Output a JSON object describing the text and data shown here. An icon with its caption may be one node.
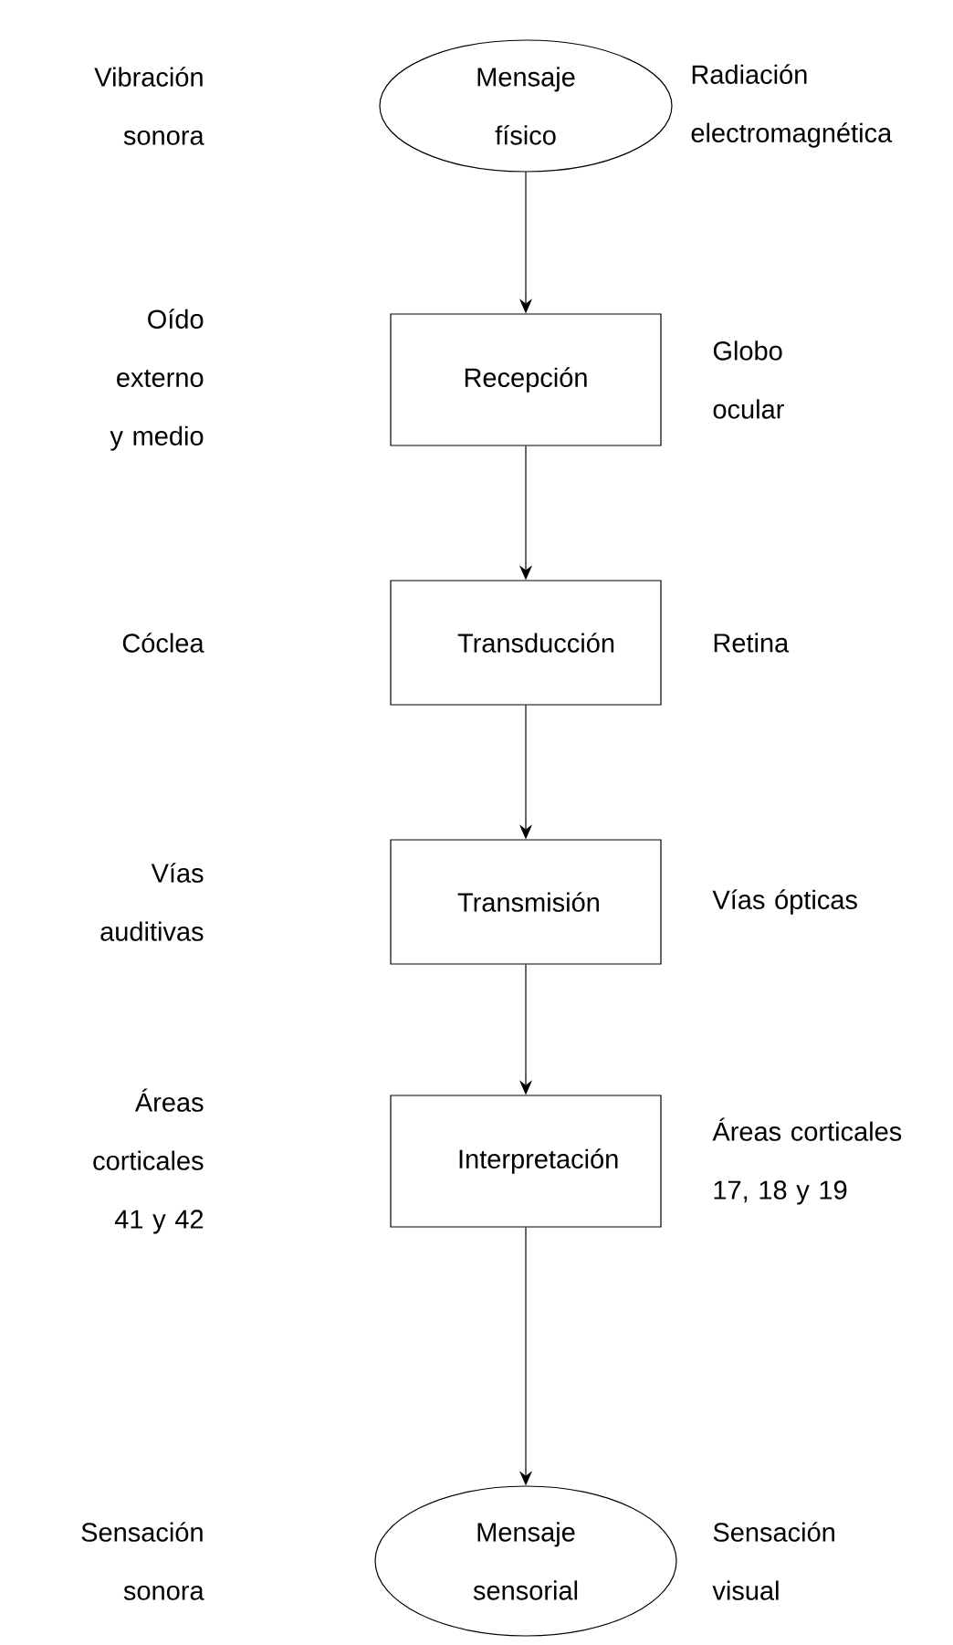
{
  "diagram": {
    "nodes": [
      {
        "text": [
          "Mensaje físico"
        ]
      },
      {
        "text": [
          "Recepción"
        ]
      },
      {
        "text": [
          "Transducción"
        ]
      },
      {
        "text": [
          "Transmisión"
        ]
      },
      {
        "text": [
          "Interpretación"
        ]
      },
      {
        "text": [
          "Mensaje sensorial"
        ]
      }
    ],
    "edges": [
      {
        "from": 0,
        "to": 1,
        "arrow": "to"
      },
      {
        "from": 1,
        "to": 2,
        "arrow": "to"
      },
      {
        "from": 2,
        "to": 3,
        "arrow": "to"
      },
      {
        "from": 3,
        "to": 4,
        "arrow": "to"
      },
      {
        "from": 4,
        "to": 5,
        "arrow": "to"
      }
    ],
    "labels": [
      "Vibración sonora",
      "Radiación electromagnética",
      "Oído externo y medio",
      "Globo ocular",
      "Cóclea",
      "Retina",
      "Vías auditivas",
      "Vías ópticas",
      "Áreas corticales 41 y 42",
      "Áreas corticales 17, 18 y 19",
      "Sensación sonora",
      "Sensación visual"
    ]
  }
}
